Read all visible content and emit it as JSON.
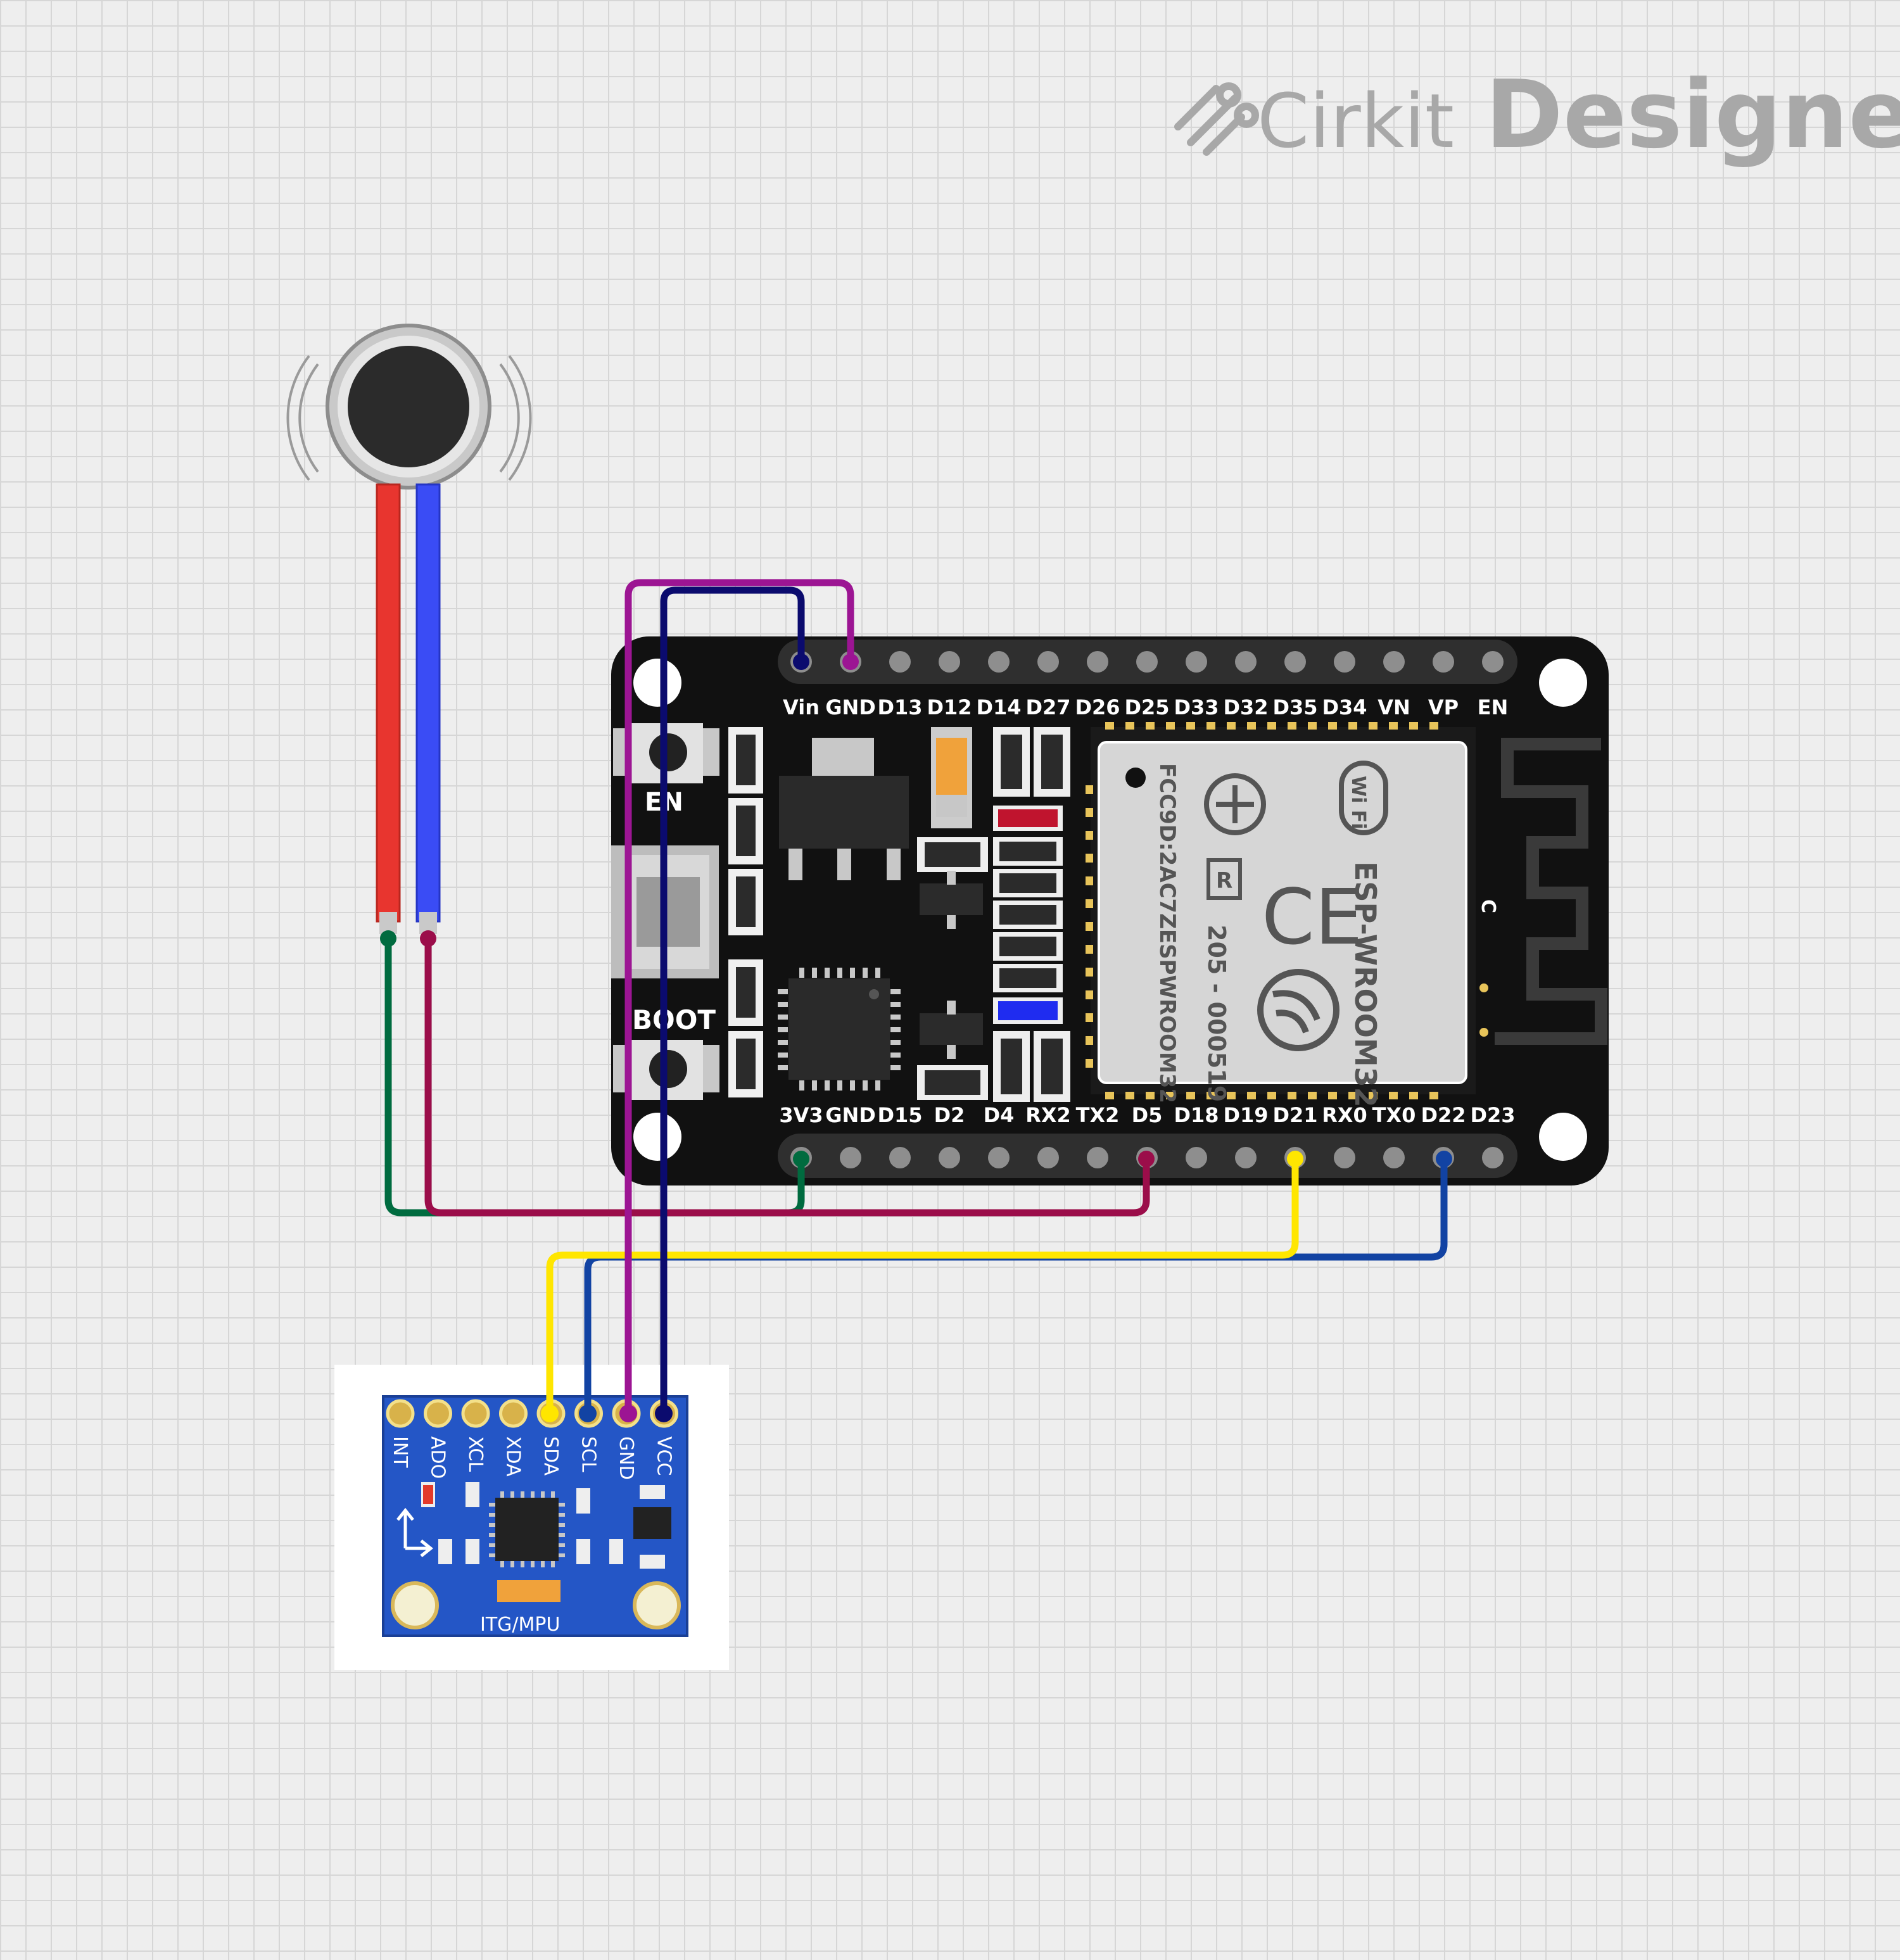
{
  "logo": {
    "brand": "Cirkit",
    "product": "Designer"
  },
  "esp32": {
    "top_pins": [
      "Vin",
      "GND",
      "D13",
      "D12",
      "D14",
      "D27",
      "D26",
      "D25",
      "D33",
      "D32",
      "D35",
      "D34",
      "VN",
      "VP",
      "EN"
    ],
    "bottom_pins": [
      "3V3",
      "GND",
      "D15",
      "D2",
      "D4",
      "RX2",
      "TX2",
      "D5",
      "D18",
      "D19",
      "D21",
      "RX0",
      "TX0",
      "D22",
      "D23"
    ],
    "en_label": "EN",
    "boot_label": "BOOT",
    "module_name": "ESP-WROOM32",
    "module_fcc": "FCC9D:2AC7ZESPWROOM32",
    "module_cert": "205 - 000519",
    "wifi_text": "Wi Fi",
    "ce_mark": "CE",
    "r_mark": "R",
    "antenna_mark": "C"
  },
  "mpu": {
    "pins": [
      "INT",
      "ADO",
      "XCL",
      "XDA",
      "SDA",
      "SCL",
      "GND",
      "VCC"
    ],
    "board_label": "ITG/MPU"
  },
  "wire_colors": {
    "motor_red": "#e8352f",
    "motor_blue": "#3a4cf5",
    "green": "#006b3f",
    "crimson": "#9b0d4a",
    "yellow": "#ffe600",
    "blue": "#1243a3",
    "purple": "#9c1593",
    "navy": "#0b0b6e"
  }
}
